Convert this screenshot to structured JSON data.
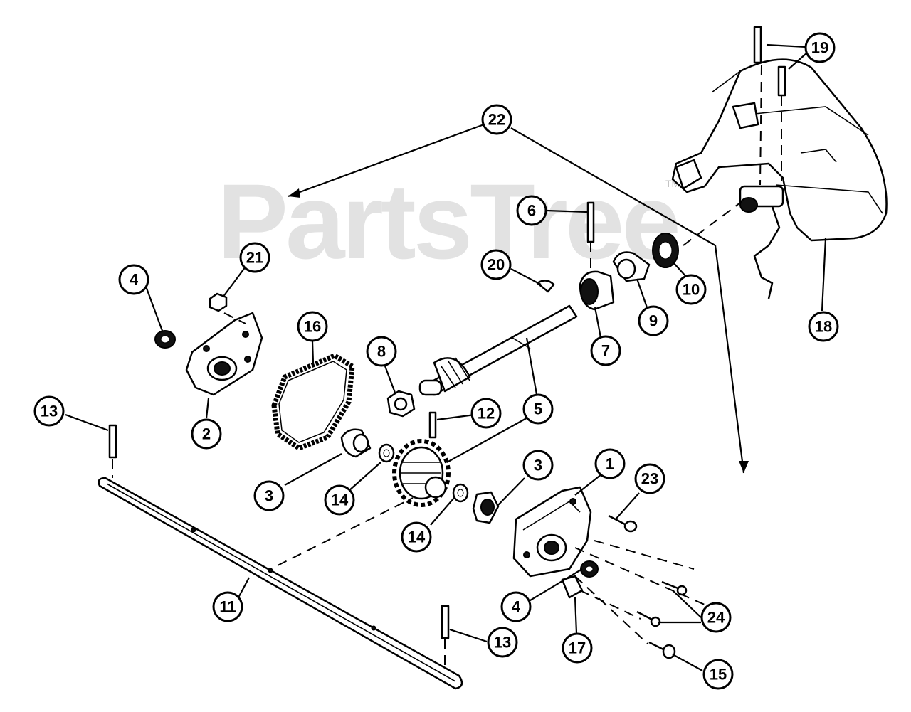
{
  "watermark": {
    "text": "PartsTree",
    "trademark": "TM"
  },
  "callouts": [
    "1",
    "2",
    "3",
    "3",
    "4",
    "4",
    "5",
    "6",
    "7",
    "8",
    "9",
    "10",
    "11",
    "12",
    "13",
    "13",
    "14",
    "14",
    "15",
    "16",
    "17",
    "18",
    "19",
    "20",
    "21",
    "22",
    "23",
    "24"
  ]
}
